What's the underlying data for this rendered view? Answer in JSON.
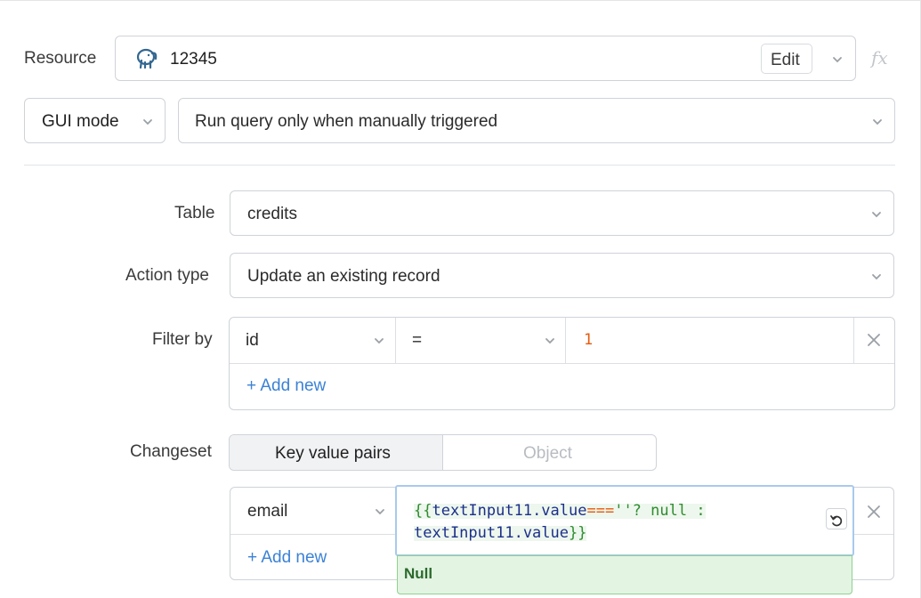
{
  "resource": {
    "label": "Resource",
    "value": "12345",
    "icon": "postgres-elephant-icon",
    "edit_label": "Edit",
    "fx_label": "fx"
  },
  "mode": {
    "selected": "GUI mode",
    "trigger": "Run query only when manually triggered"
  },
  "table": {
    "label": "Table",
    "value": "credits"
  },
  "action_type": {
    "label": "Action type",
    "value": "Update an existing record"
  },
  "filter": {
    "label": "Filter by",
    "column": "id",
    "operator": "=",
    "value": "1",
    "add_label": "+ Add new"
  },
  "changeset": {
    "label": "Changeset",
    "tabs": [
      "Key value pairs",
      "Object"
    ],
    "active_tab": "Key value pairs",
    "key": "email",
    "code_line1_open": "{{",
    "code_line1_ident": "textInput11.value",
    "code_line1_op": "===",
    "code_line1_rest": "''? null :",
    "code_line2_ident": "textInput11.value",
    "code_line2_close": "}}",
    "preview": "Null",
    "add_label": "+ Add new"
  },
  "colors": {
    "accent_blue": "#3b82d6",
    "orange_value": "#e8590c",
    "code_green": "#2f8c2f",
    "code_navy": "#1c2f8a",
    "preview_bg": "#e3f4e3",
    "preview_text": "#2c6a2c"
  }
}
